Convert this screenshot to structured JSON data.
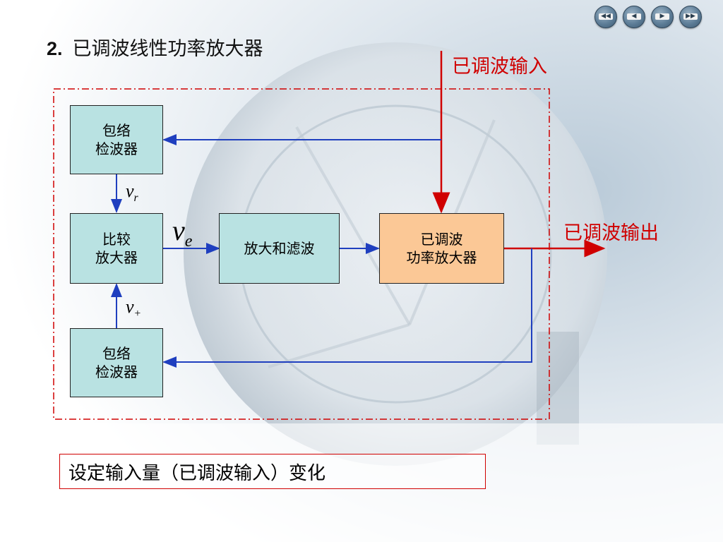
{
  "title": {
    "number": "2.",
    "text": "已调波线性功率放大器"
  },
  "nav_buttons": [
    {
      "name": "nav-first-icon",
      "glyph": "◀◀"
    },
    {
      "name": "nav-prev-icon",
      "glyph": "◀"
    },
    {
      "name": "nav-next-icon",
      "glyph": "▶"
    },
    {
      "name": "nav-last-icon",
      "glyph": "▶▶"
    }
  ],
  "diagram": {
    "input_label": "已调波输入",
    "output_label": "已调波输出",
    "blocks": {
      "envelope_detector_top": {
        "line1": "包络",
        "line2": "检波器"
      },
      "comparator": {
        "line1": "比较",
        "line2": "放大器"
      },
      "envelope_detector_bottom": {
        "line1": "包络",
        "line2": "检波器"
      },
      "amp_filter": {
        "line1": "放大和滤波"
      },
      "power_amp": {
        "line1": "已调波",
        "line2": "功率放大器"
      }
    },
    "symbols": {
      "vr": {
        "base": "v",
        "sub": "r"
      },
      "ve": {
        "base": "v",
        "sub": "e"
      },
      "vplus": {
        "base": "v",
        "sub": "+"
      }
    },
    "colors": {
      "signal_red": "#d00000",
      "feedback_blue": "#1f3fbf",
      "block_cyan": "#b9e2e2",
      "block_orange": "#fbc896"
    }
  },
  "note": "设定输入量（已调波输入）变化"
}
